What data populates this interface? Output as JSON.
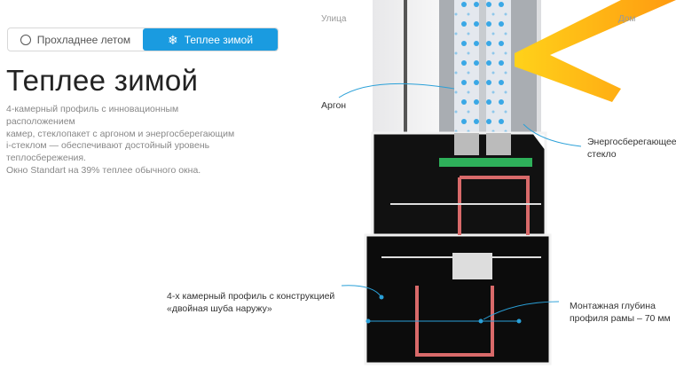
{
  "toggle": {
    "options": [
      {
        "label": "Прохладнее летом",
        "icon": "sun-ring-icon",
        "active": false
      },
      {
        "label": "Теплее зимой",
        "icon": "snowflake-icon",
        "active": true
      }
    ],
    "accent": "#1a9be0"
  },
  "heading": "Теплее зимой",
  "description": [
    "4-камерный профиль с инновационным",
    "расположением",
    "камер, стеклопакет с аргоном и энергосберегающим",
    "i-стеклом — обеспечивают достойный уровень",
    "теплосбережения.",
    "Окно Standart на 39% теплее обычного окна."
  ],
  "diagram": {
    "street": "Улица",
    "home": "Дом",
    "argon": "Аргон",
    "glass": [
      "Энергосберегающее",
      "стекло"
    ],
    "profile": [
      "4-х камерный профиль с конструкцией",
      "«двойная шуба наружу»"
    ],
    "depth": [
      "Монтажная глубина",
      "профиля рамы – 70 мм"
    ]
  }
}
